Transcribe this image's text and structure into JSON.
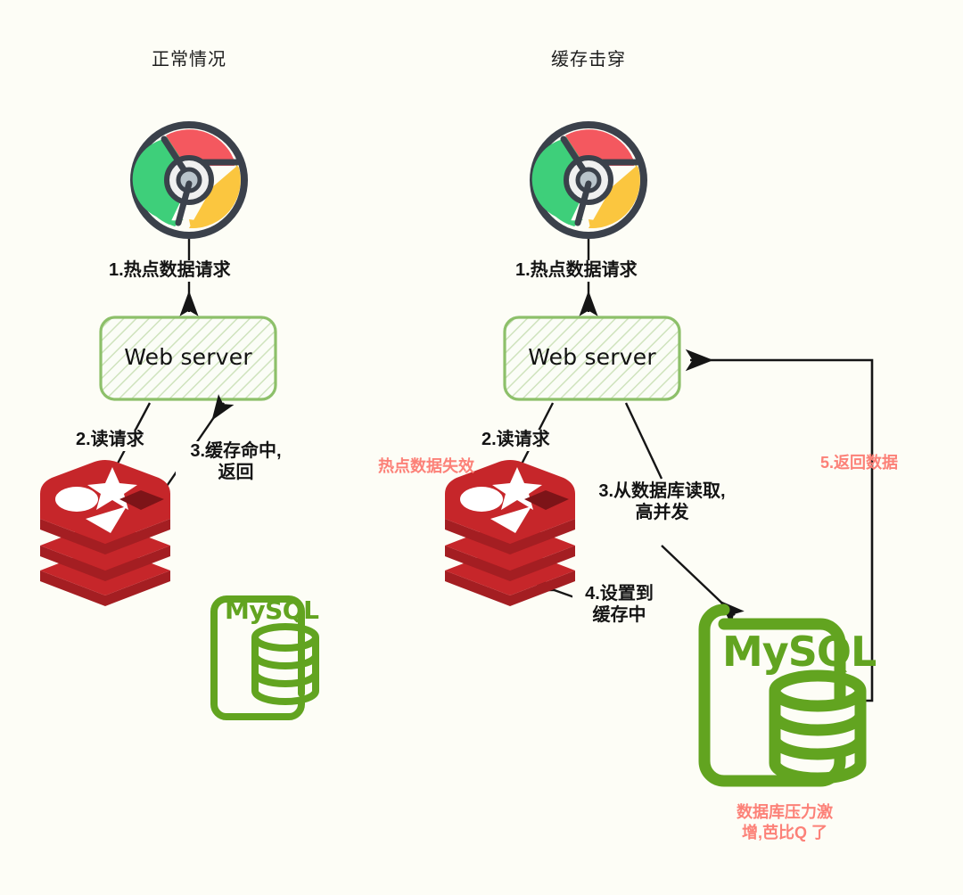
{
  "diagram": {
    "title_normal": "正常情况",
    "title_breakdown": "缓存击穿",
    "background_color": "#fdfdf6",
    "accent_green": "#6aa12d",
    "accent_red": "#fc8178",
    "redis_red": "#c02125",
    "node_labels": {
      "web_server": "Web server",
      "mysql": "MySQL",
      "chrome": "chrome-browser",
      "redis": "redis-cache"
    },
    "normal_flow": {
      "steps": [
        {
          "id": "n1",
          "text": "1.热点数据请求"
        },
        {
          "id": "n2",
          "text": "2.读请求"
        },
        {
          "id": "n3",
          "line1": "3.缓存命中,",
          "line2": "返回"
        }
      ]
    },
    "breakdown_flow": {
      "steps": [
        {
          "id": "b1",
          "text": "1.热点数据请求"
        },
        {
          "id": "b2",
          "text": "2.读请求"
        },
        {
          "id": "b3",
          "line1": "3.从数据库读取,",
          "line2": "高并发"
        },
        {
          "id": "b4",
          "line1": "4.设置到",
          "line2": "缓存中"
        },
        {
          "id": "b5",
          "text": "5.返回数据"
        }
      ],
      "annotations": [
        {
          "id": "a1",
          "text": "热点数据失效"
        },
        {
          "id": "a2",
          "line1": "数据库压力激",
          "line2": "增,芭比Q 了"
        }
      ]
    }
  }
}
